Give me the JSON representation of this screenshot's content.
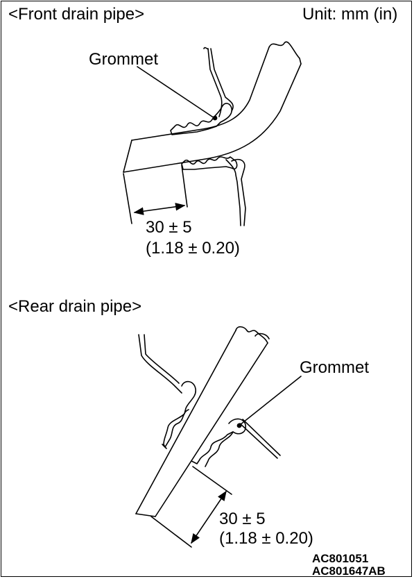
{
  "front": {
    "title": "<Front drain pipe>",
    "grommet_label": "Grommet",
    "dim_mm": "30 ± 5",
    "dim_in": "(1.18 ± 0.20)"
  },
  "unit": "Unit: mm (in)",
  "rear": {
    "title": "<Rear drain pipe>",
    "grommet_label": "Grommet",
    "dim_mm": "30 ± 5",
    "dim_in": "(1.18 ± 0.20)"
  },
  "codes": [
    "AC801051",
    "AC801647AB"
  ]
}
